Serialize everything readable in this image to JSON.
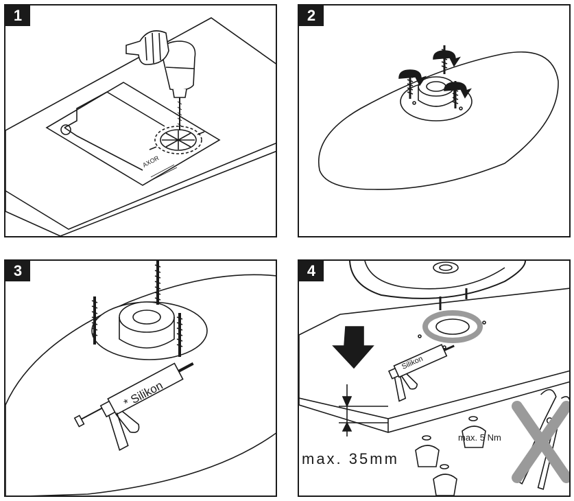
{
  "steps": [
    {
      "number": "1",
      "template_brand": "AXOR"
    },
    {
      "number": "2"
    },
    {
      "number": "3",
      "sealant_label": "* Silikon"
    },
    {
      "number": "4",
      "sealant_label": "Silikon",
      "max_thickness": "max. 35mm",
      "max_torque": "max. 5 Nm"
    }
  ],
  "colors": {
    "line": "#1a1a1a",
    "background": "#ffffff",
    "rubber_gray": "#9a9a9a"
  }
}
